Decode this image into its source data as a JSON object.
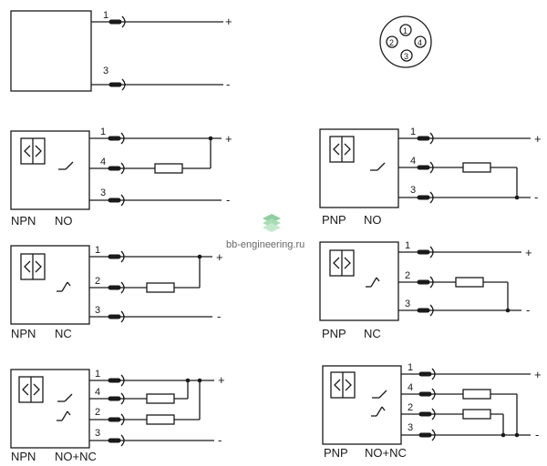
{
  "connector": {
    "pins": [
      "1",
      "2",
      "3",
      "4"
    ]
  },
  "watermark": {
    "text": "bb-engineering.ru"
  },
  "signs": {
    "plus": "+",
    "minus": "-"
  },
  "diagrams": {
    "plain": {
      "pins": [
        "1",
        "3"
      ]
    },
    "npn_no": {
      "type": "NPN",
      "mode": "NO",
      "pins": [
        "1",
        "4",
        "3"
      ]
    },
    "pnp_no": {
      "type": "PNP",
      "mode": "NO",
      "pins": [
        "1",
        "4",
        "3"
      ]
    },
    "npn_nc": {
      "type": "NPN",
      "mode": "NC",
      "pins": [
        "1",
        "2",
        "3"
      ]
    },
    "pnp_nc": {
      "type": "PNP",
      "mode": "NC",
      "pins": [
        "1",
        "2",
        "3"
      ]
    },
    "npn_nonc": {
      "type": "NPN",
      "mode": "NO+NC",
      "pins": [
        "1",
        "4",
        "2",
        "3"
      ]
    },
    "pnp_nonc": {
      "type": "PNP",
      "mode": "NO+NC",
      "pins": [
        "1",
        "4",
        "2",
        "3"
      ]
    }
  },
  "colors": {
    "line": "#1a1a1a",
    "watermark_icon": "#8fcf9f"
  }
}
